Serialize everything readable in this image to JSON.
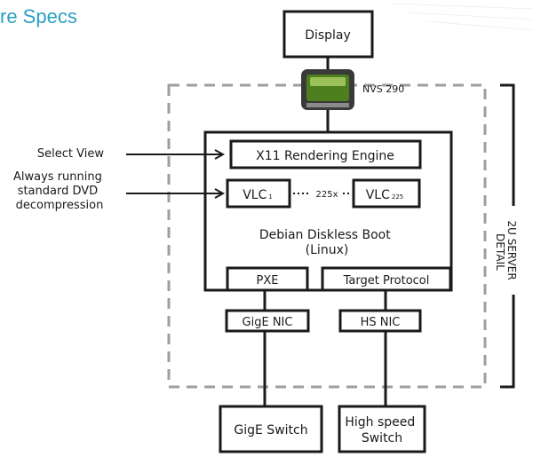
{
  "page_title": "re Specs",
  "colors": {
    "accent": "#2AA0C2",
    "frame": "#9E9E9E",
    "box_stroke": "#1A1A1A",
    "gpu_green": "#4E7F1E"
  },
  "display": "Display",
  "gpu": {
    "label": "NVS 290",
    "icon": "nvidia-gpu-chip-icon"
  },
  "left_labels": {
    "select_view": "Select View",
    "always_running": [
      "Always running",
      "standard DVD",
      "decompression"
    ]
  },
  "engine": "X11 Rendering Engine",
  "vlc_left": {
    "main": "VLC",
    "sub": "1"
  },
  "vlc_right": {
    "main": "VLC",
    "sub": "225"
  },
  "vlc_count": "225x",
  "boot": [
    "Debian Diskless Boot",
    "(Linux)"
  ],
  "pxe": "PXE",
  "target_protocol": "Target Protocol",
  "gige_nic": "GigE NIC",
  "hs_nic": "HS NIC",
  "gige_switch": "GigE Switch",
  "high_speed_switch": [
    "High speed",
    "Switch"
  ],
  "server_detail": [
    "2U SERVER",
    "DETAIL"
  ]
}
